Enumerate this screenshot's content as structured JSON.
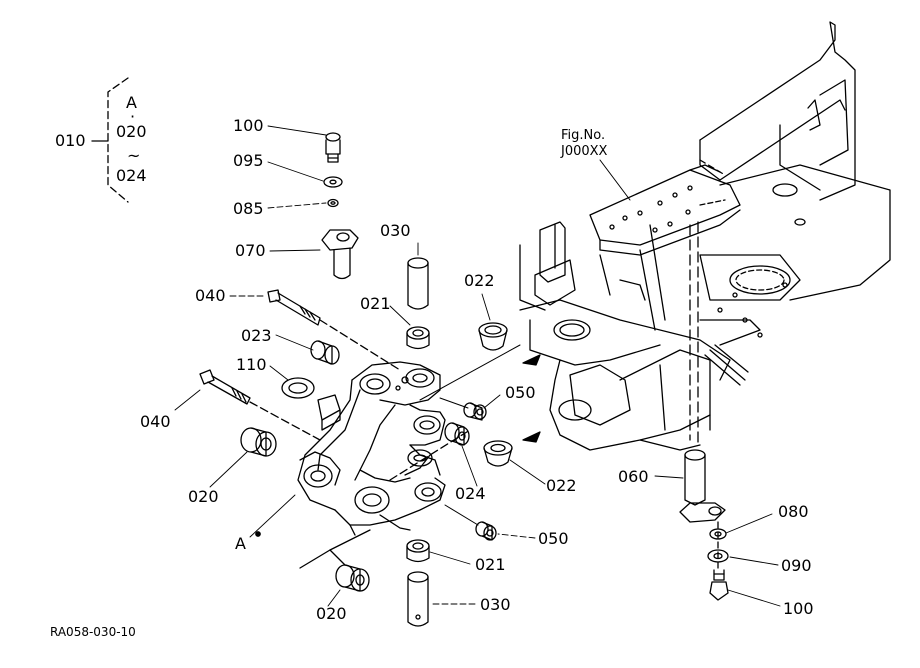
{
  "diagram": {
    "reference": "RA058-030-10",
    "figure": {
      "line1": "Fig.No.",
      "line2": "J000XX"
    },
    "group": {
      "number": "010",
      "line1": "A",
      "line2": "·",
      "line3": "020",
      "line4": "~",
      "line5": "024"
    },
    "labels": {
      "p100_top": "100",
      "p095": "095",
      "p085": "085",
      "p070": "070",
      "p030_top": "030",
      "p040_top": "040",
      "p021_top": "021",
      "p022_top": "022",
      "p023": "023",
      "p110": "110",
      "p040_left": "040",
      "p050_top": "050",
      "p020_left": "020",
      "p024": "024",
      "p022_right": "022",
      "p060": "060",
      "p080": "080",
      "p090": "090",
      "p100_bottom": "100",
      "p021_bottom": "021",
      "p050_bottom": "050",
      "p030_bottom": "030",
      "p020_bottom": "020",
      "pointA": "A"
    }
  }
}
